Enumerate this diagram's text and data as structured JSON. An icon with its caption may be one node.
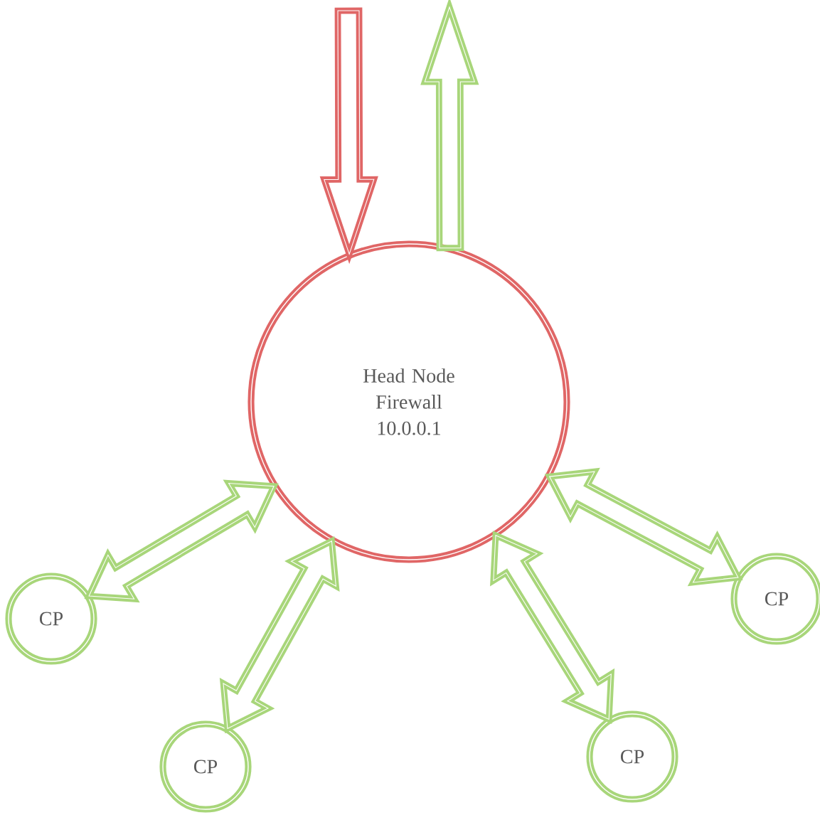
{
  "diagram": {
    "nodes": [
      {
        "text": [
          "Head Node Firewall 10.0.0.1"
        ]
      },
      {
        "text": [
          "CP"
        ]
      },
      {
        "text": [
          "CP"
        ]
      },
      {
        "text": [
          "CP"
        ]
      },
      {
        "text": [
          "CP"
        ]
      }
    ],
    "edges": [
      {
        "from": null,
        "to": 0,
        "arrow": "to",
        "color": "#e06666"
      },
      {
        "from": 0,
        "to": null,
        "arrow": "to"
      },
      {
        "from": 0,
        "to": 1,
        "arrow": "both"
      },
      {
        "from": 0,
        "to": 2,
        "arrow": "both"
      },
      {
        "from": 0,
        "to": 3,
        "arrow": "both"
      },
      {
        "from": 0,
        "to": 4,
        "arrow": "both"
      }
    ]
  }
}
